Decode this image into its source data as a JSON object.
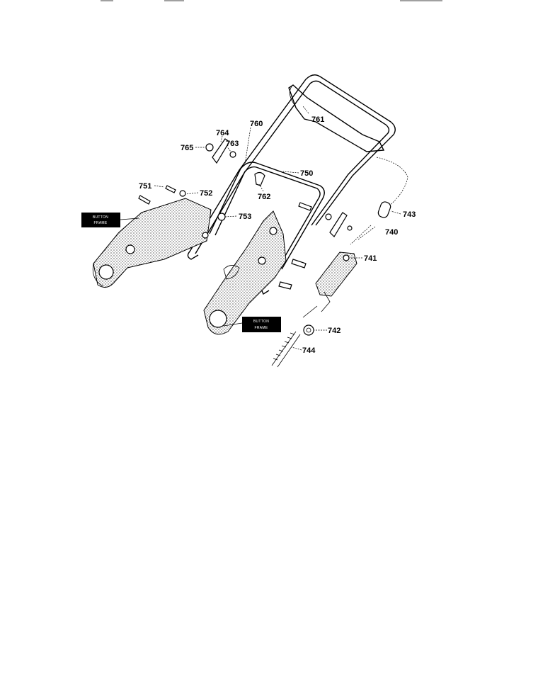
{
  "callouts": {
    "p740": "740",
    "p741": "741",
    "p742": "742",
    "p743": "743",
    "p744": "744",
    "p750": "750",
    "p751": "751",
    "p752": "752",
    "p753": "753",
    "p760": "760",
    "p761": "761",
    "p762": "762",
    "p763": "763",
    "p764": "764",
    "p765": "765"
  },
  "frame_labels": {
    "left_frame": [
      "BUTTON",
      "FRAME"
    ],
    "right_frame": [
      "BUTTON",
      "FRAME"
    ]
  }
}
